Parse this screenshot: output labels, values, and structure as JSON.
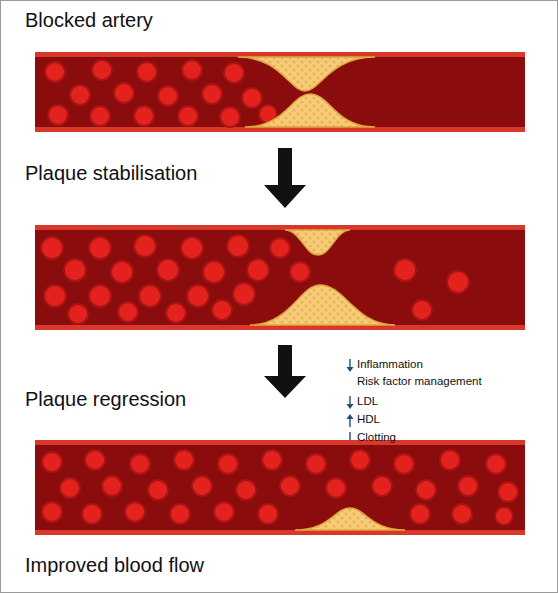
{
  "diagram": {
    "labels": [
      "Blocked artery",
      "Plaque stabilisation",
      "Plaque regression",
      "Inflammation",
      "Risk factor management",
      "LDL",
      "HDL",
      "Clotting",
      "Improved blood flow"
    ]
  }
}
